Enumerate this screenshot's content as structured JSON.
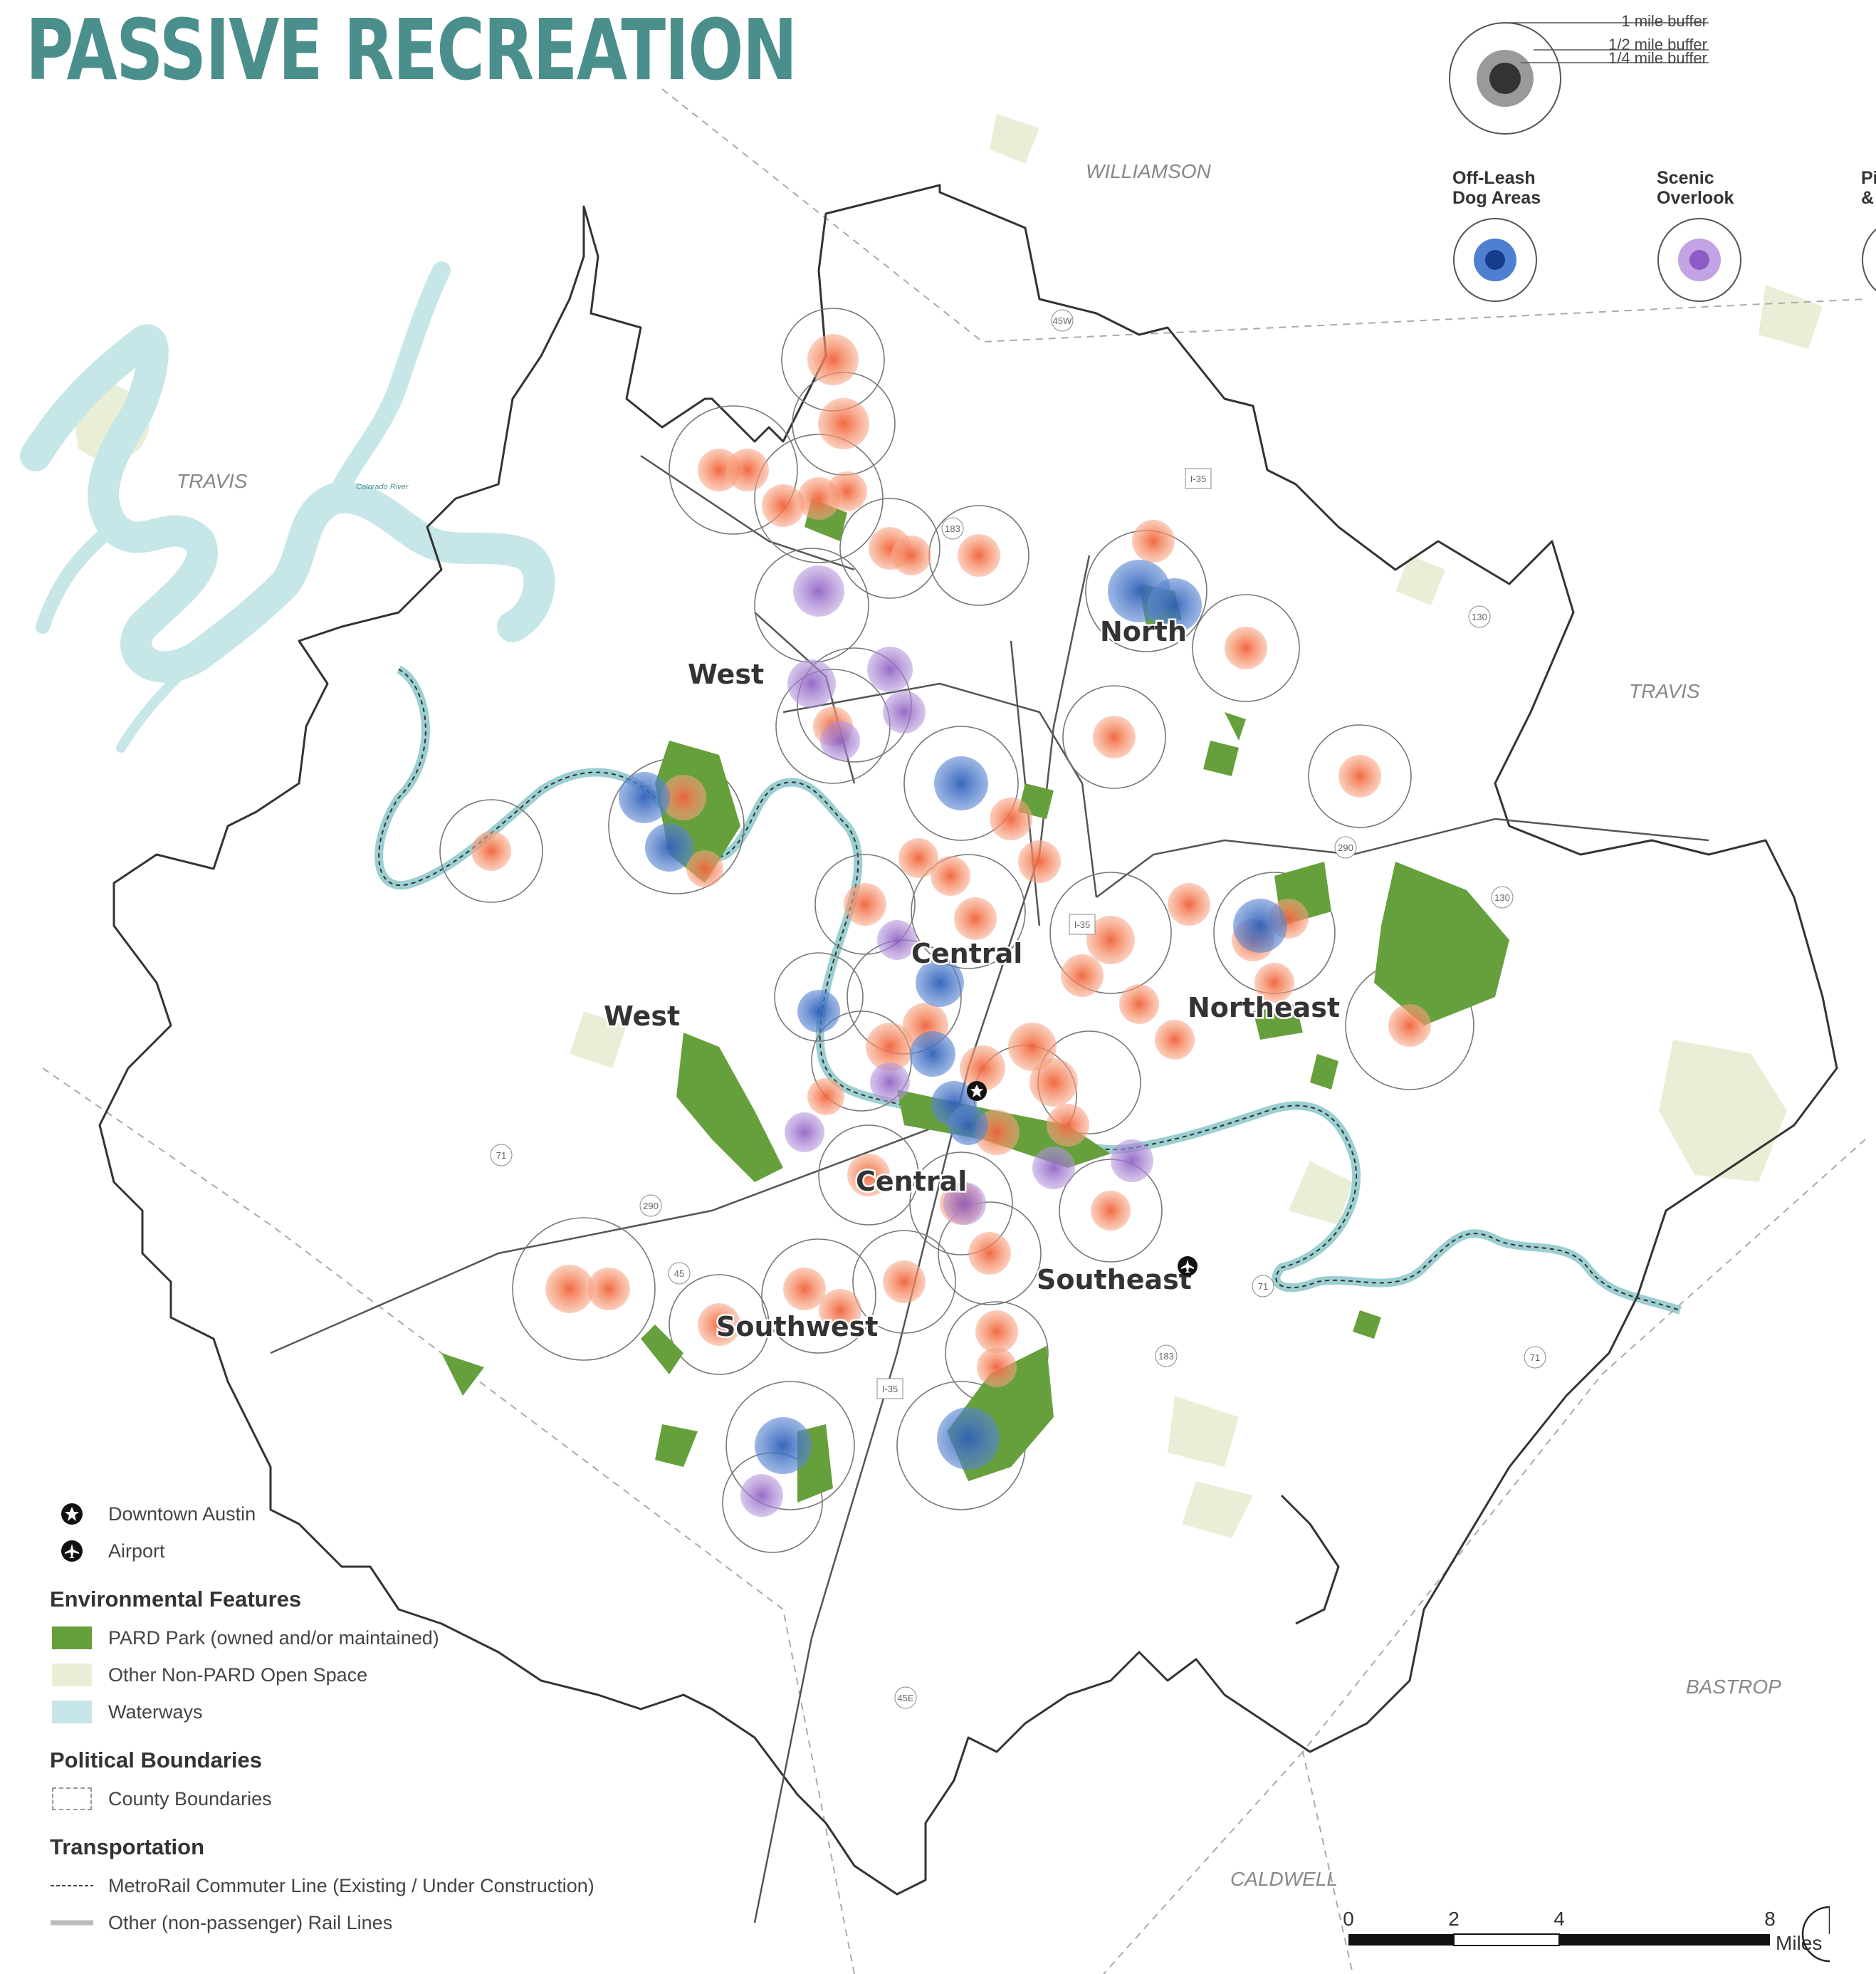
{
  "title": "PASSIVE RECREATION",
  "counties": [
    "WILLIAMSON",
    "TRAVIS",
    "TRAVIS",
    "BASTROP",
    "CALDWELL"
  ],
  "river_label": "Colorado River",
  "districts": [
    "West",
    "West",
    "North",
    "Central",
    "Central",
    "Northeast",
    "Southeast",
    "Southwest"
  ],
  "highways": [
    "45W",
    "183",
    "I-35",
    "130",
    "290",
    "I-35",
    "130",
    "71",
    "290",
    "45",
    "71",
    "183",
    "I-35",
    "71",
    "45E"
  ],
  "buffer_legend": {
    "one_mile": "1 mile buffer",
    "half_mile": "1/2 mile buffer",
    "quarter_mile": "1/4 mile buffer"
  },
  "amenities": [
    {
      "name": "Off-Leash Dog Areas",
      "line1": "Off-Leash",
      "line2": "Dog Areas",
      "color": "#3a6fc4"
    },
    {
      "name": "Scenic Overlook",
      "line1": "Scenic",
      "line2": "Overlook",
      "color": "#9a6cc8"
    },
    {
      "name": "Picnic",
      "line1": "Pi",
      "line2": "&",
      "color": "#f07a52"
    }
  ],
  "legend": {
    "downtown": "Downtown Austin",
    "airport": "Airport",
    "env_head": "Environmental Features",
    "pard_park": "PARD Park (owned and/or maintained)",
    "other_open_space": "Other Non-PARD Open Space",
    "waterways": "Waterways",
    "political_head": "Political Boundaries",
    "county_boundaries": "County Boundaries",
    "transport_head": "Transportation",
    "metrorail": "MetroRail Commuter Line (Existing / Under Construction)",
    "other_rail": "Other (non-passenger) Rail Lines"
  },
  "colors": {
    "title": "#4b8f8c",
    "park": "#66a03c",
    "open_space": "#e9efd6",
    "water": "#c6e6e7",
    "picnic": "#f07a52",
    "dog": "#3a6fc4",
    "overlook": "#9a6cc8"
  },
  "scale": {
    "ticks": [
      "0",
      "2",
      "4",
      "8"
    ],
    "unit": "Miles"
  }
}
